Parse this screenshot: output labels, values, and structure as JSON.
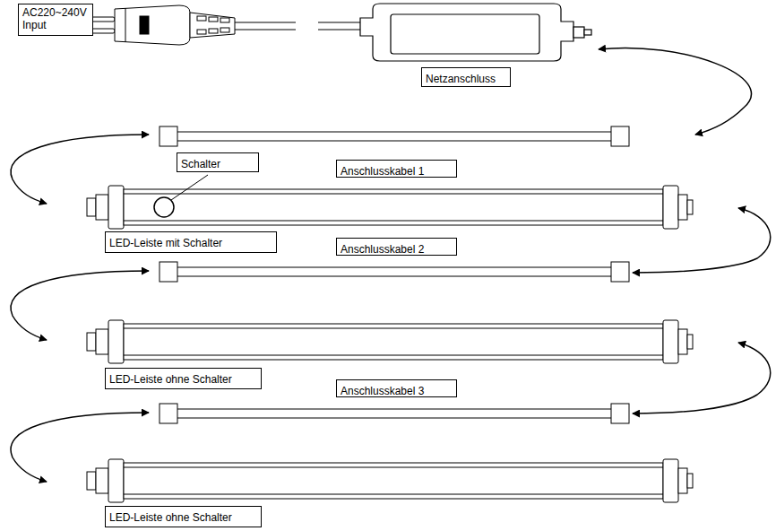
{
  "diagram": {
    "nodes": [
      {
        "text": [
          "AC220~240V Input"
        ]
      },
      {
        "text": [
          "Netzanschluss"
        ]
      },
      {
        "text": [
          "Schalter"
        ]
      },
      {
        "text": [
          "Anschlusskabel 1"
        ]
      },
      {
        "text": [
          "LED-Leiste mit Schalter"
        ]
      },
      {
        "text": [
          "Anschlusskabel 2"
        ]
      },
      {
        "text": [
          "LED-Leiste ohne Schalter"
        ]
      },
      {
        "text": [
          "Anschlusskabel 3"
        ]
      },
      {
        "text": [
          "LED-Leiste ohne Schalter"
        ]
      }
    ]
  }
}
